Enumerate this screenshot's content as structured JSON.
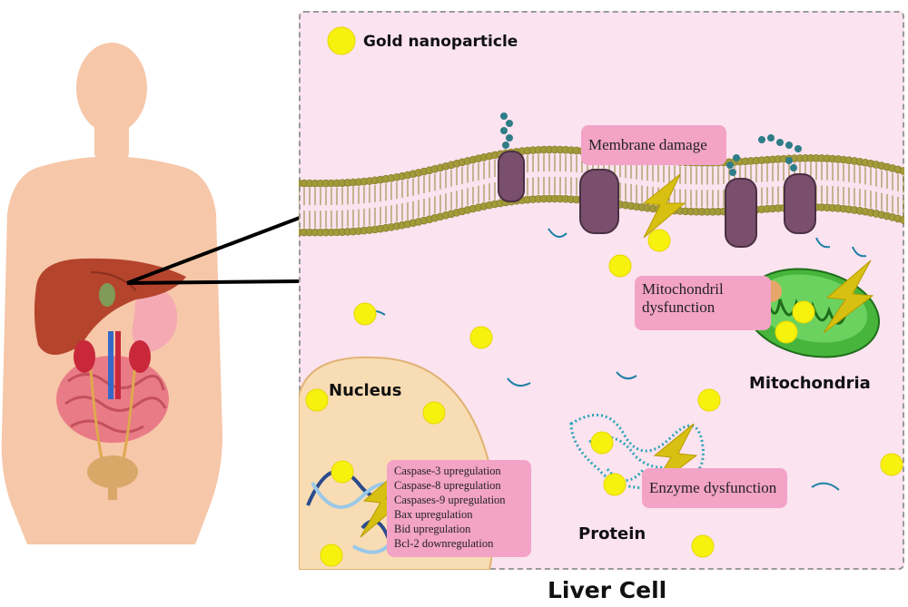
{
  "legend": {
    "label": "Gold nanoparticle"
  },
  "labels": {
    "membrane_damage": "Membrane damage",
    "mito_dysfunction_line1": "Mitochondril",
    "mito_dysfunction_line2": "dysfunction",
    "mitochondria": "Mitochondria",
    "nucleus": "Nucleus",
    "protein": "Protein",
    "enzyme_dysfunction": "Enzyme dysfunction",
    "caption": "Liver Cell"
  },
  "gene_effects": [
    "Caspase-3 upregulation",
    "Caspase-8 upregulation",
    "Caspases-9 upregulation",
    "Bax upregulation",
    "Bid upregulation",
    "Bcl-2 downregulation"
  ],
  "colors": {
    "nanoparticle": "#f7f10e",
    "cell_background": "#fbe3ef",
    "label_box": "#f3a3c6",
    "skin": "#f6c7a8",
    "liver": "#b5442d",
    "mitochondria": "#47b53b",
    "nucleus": "#f8dcb3",
    "membrane_head": "#a49a3a",
    "lightning": "#d8c012"
  },
  "icons": [
    "lightning-bolt-icon",
    "gold-nanoparticle-icon",
    "dna-helix-icon",
    "membrane-protein-icon"
  ]
}
